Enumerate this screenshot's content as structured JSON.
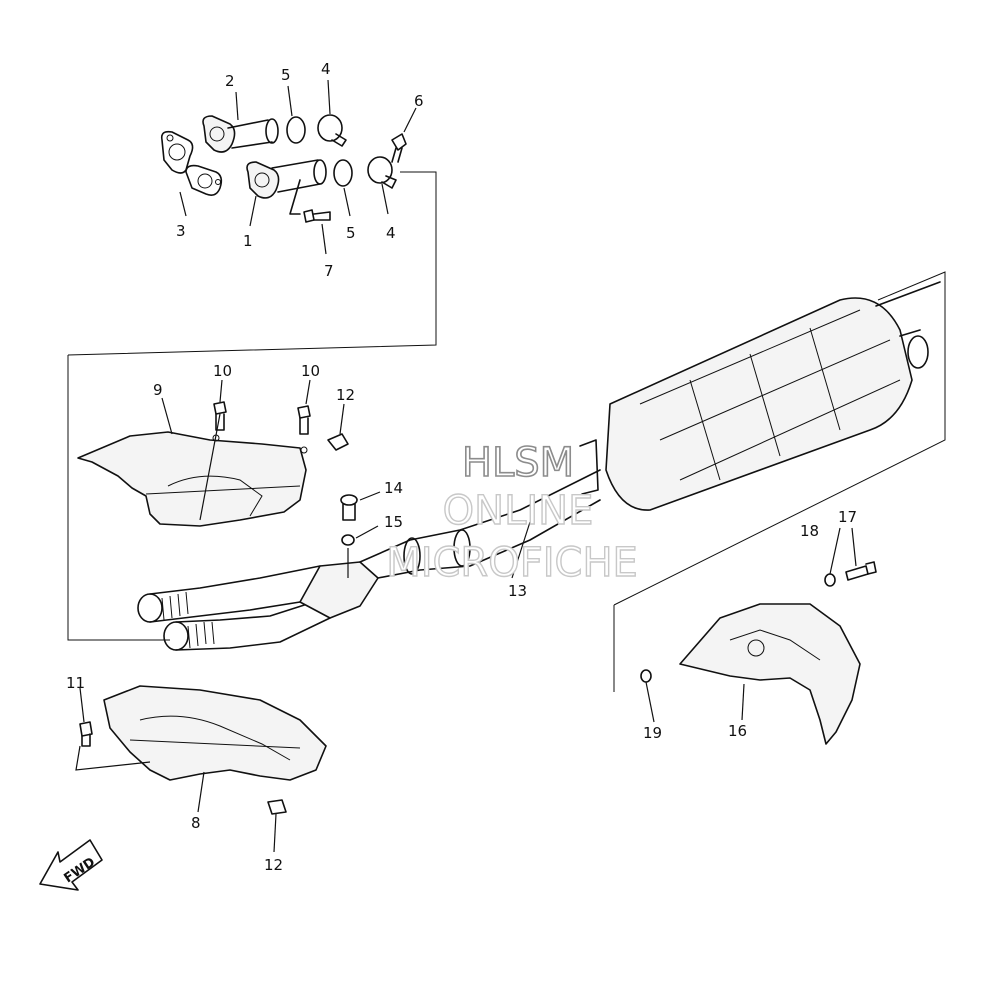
{
  "callouts": [
    {
      "id": "c1",
      "text": "1"
    },
    {
      "id": "c2",
      "text": "2"
    },
    {
      "id": "c3",
      "text": "3"
    },
    {
      "id": "c4a",
      "text": "4"
    },
    {
      "id": "c4b",
      "text": "4"
    },
    {
      "id": "c5a",
      "text": "5"
    },
    {
      "id": "c5b",
      "text": "5"
    },
    {
      "id": "c6",
      "text": "6"
    },
    {
      "id": "c7",
      "text": "7"
    },
    {
      "id": "c8",
      "text": "8"
    },
    {
      "id": "c9",
      "text": "9"
    },
    {
      "id": "c10a",
      "text": "10"
    },
    {
      "id": "c10b",
      "text": "10"
    },
    {
      "id": "c11",
      "text": "11"
    },
    {
      "id": "c12a",
      "text": "12"
    },
    {
      "id": "c12b",
      "text": "12"
    },
    {
      "id": "c13",
      "text": "13"
    },
    {
      "id": "c14",
      "text": "14"
    },
    {
      "id": "c15",
      "text": "15"
    },
    {
      "id": "c16",
      "text": "16"
    },
    {
      "id": "c17",
      "text": "17"
    },
    {
      "id": "c18",
      "text": "18"
    },
    {
      "id": "c19",
      "text": "19"
    }
  ],
  "watermark": {
    "line1": "HLSM",
    "line2": "ONLINE",
    "line3": "MICROFICHE"
  },
  "fwd_arrow": {
    "label": "FWD"
  }
}
